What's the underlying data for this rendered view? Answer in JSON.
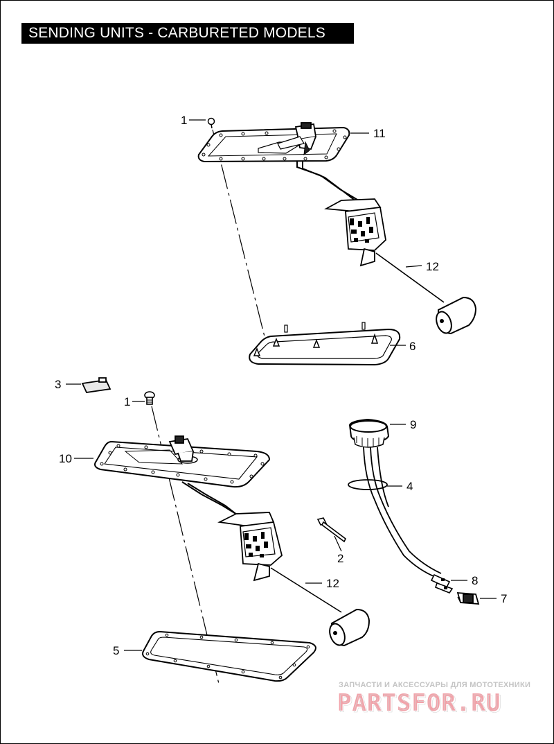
{
  "title": "SENDING UNITS - CARBURETED MODELS",
  "callouts": [
    {
      "id": "c1a",
      "label": "1"
    },
    {
      "id": "c11",
      "label": "11"
    },
    {
      "id": "c12a",
      "label": "12"
    },
    {
      "id": "c6",
      "label": "6"
    },
    {
      "id": "c3",
      "label": "3"
    },
    {
      "id": "c1b",
      "label": "1"
    },
    {
      "id": "c9",
      "label": "9"
    },
    {
      "id": "c10",
      "label": "10"
    },
    {
      "id": "c4",
      "label": "4"
    },
    {
      "id": "c2",
      "label": "2"
    },
    {
      "id": "c12b",
      "label": "12"
    },
    {
      "id": "c8",
      "label": "8"
    },
    {
      "id": "c7",
      "label": "7"
    },
    {
      "id": "c5",
      "label": "5"
    }
  ],
  "watermark": {
    "tagline": "ЗАПЧАСТИ И АКСЕССУАРЫ ДЛЯ МОТОТЕХНИКИ",
    "brand": "PARTSFOR.RU",
    "colors": {
      "red": "#f1a3aa",
      "gray": "#c8c8c8"
    }
  },
  "colors": {
    "line": "#000000",
    "banner_bg": "#000000",
    "banner_text": "#ffffff"
  }
}
